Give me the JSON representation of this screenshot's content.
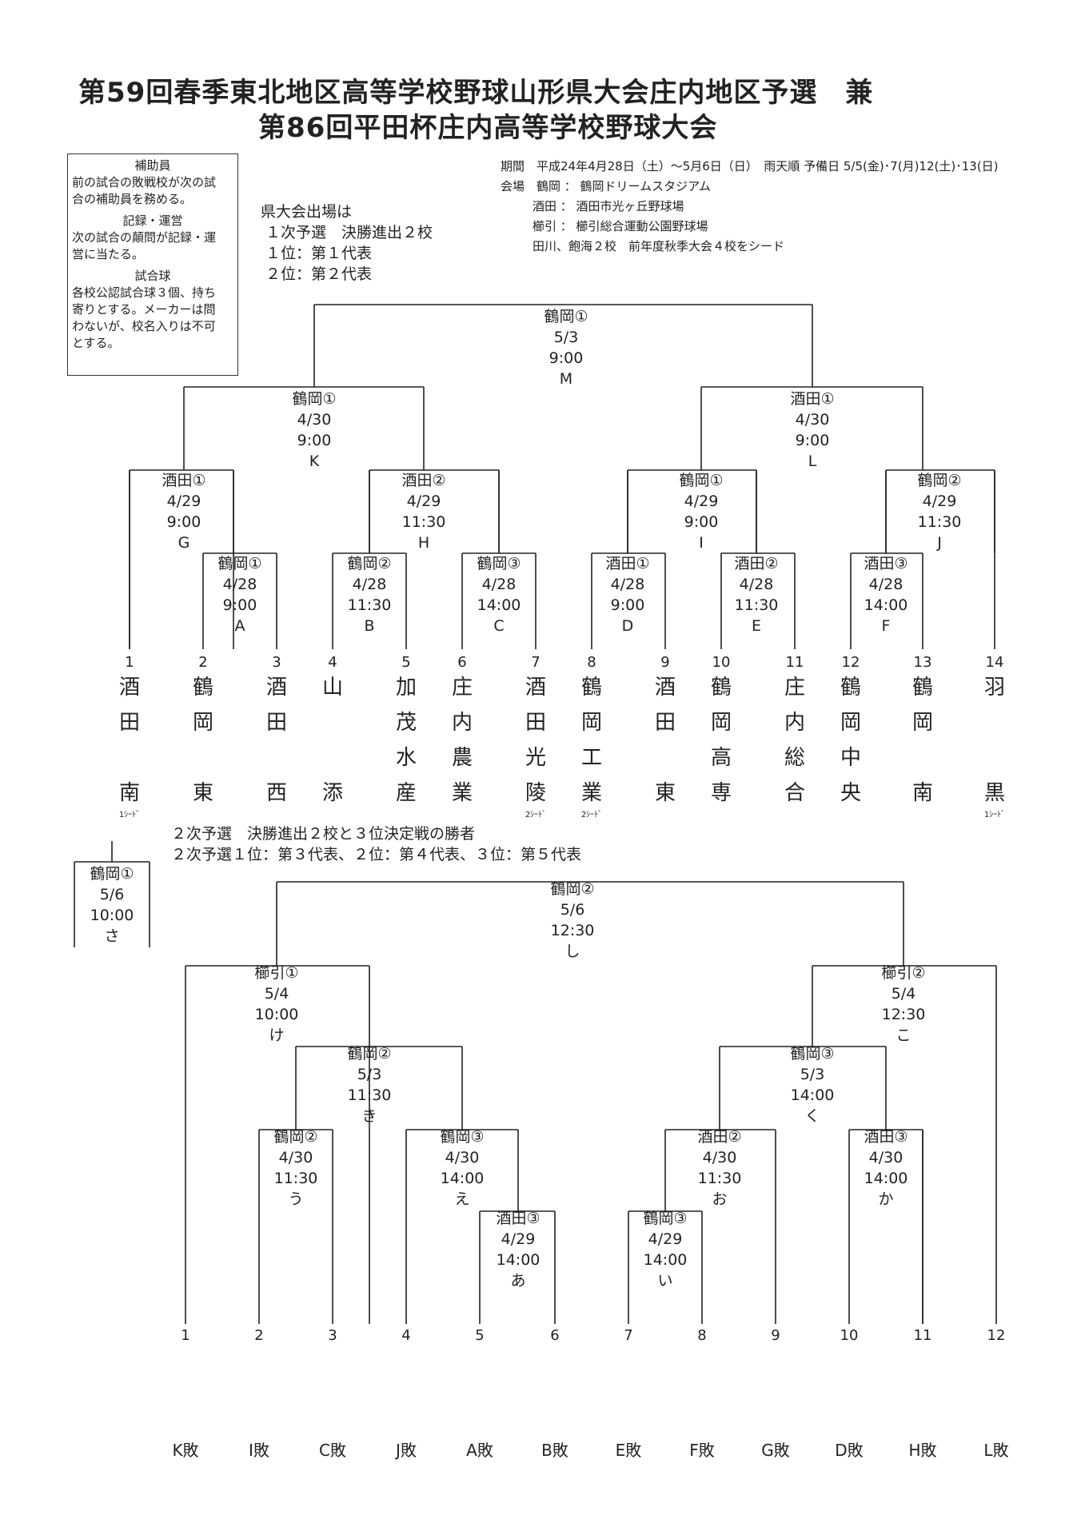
{
  "title": {
    "line1": "第59回春季東北地区高等学校野球山形県大会庄内地区予選　兼",
    "line2": "第86回平田杯庄内高等学校野球大会"
  },
  "rules": {
    "helper_head": "補助員",
    "helper_1": "前の試合の敗戦校が次の試",
    "helper_2": "合の補助員を務める。",
    "record_head": "記録・運営",
    "record_1": "次の試合の顛問が記録・運",
    "record_2": "営に当たる。",
    "ball_head": "試合球",
    "ball_1": "各校公認試合球３個、持ち",
    "ball_2": "寄りとする。メーカーは問",
    "ball_3": "わないが、校名入りは不可",
    "ball_4": "とする。"
  },
  "qualify": {
    "l1": "県大会出場は",
    "l2": "１次予選　決勝進出２校",
    "l3": "１位：第１代表",
    "l4": "２位：第２代表"
  },
  "info": {
    "period": "期間　平成24年4月28日（土）～5月6日（日）　雨天順 予備日 5/5(金)･7(月)12(土)･13(日)",
    "venue1": "会場　鶴岡 ： 鶴岡ドリームスタジアム",
    "venue2": "酒田 ： 酒田市光ヶ丘野球場",
    "venue3": "櫛引 ： 櫛引総合運動公園野球場",
    "seed": "田川、飽海２校　前年度秋季大会４校をシード"
  },
  "first_round": {
    "games": [
      {
        "id": "M",
        "venue": "鶴岡①",
        "date": "5/3",
        "time": "9:00",
        "code": "M"
      },
      {
        "id": "K",
        "venue": "鶴岡①",
        "date": "4/30",
        "time": "9:00",
        "code": "K"
      },
      {
        "id": "L",
        "venue": "酒田①",
        "date": "4/30",
        "time": "9:00",
        "code": "L"
      },
      {
        "id": "G",
        "venue": "酒田①",
        "date": "4/29",
        "time": "9:00",
        "code": "G"
      },
      {
        "id": "H",
        "venue": "酒田②",
        "date": "4/29",
        "time": "11:30",
        "code": "H"
      },
      {
        "id": "I",
        "venue": "鶴岡①",
        "date": "4/29",
        "time": "9:00",
        "code": "I"
      },
      {
        "id": "J",
        "venue": "鶴岡②",
        "date": "4/29",
        "time": "11:30",
        "code": "J"
      },
      {
        "id": "A",
        "venue": "鶴岡①",
        "date": "4/28",
        "time": "9:00",
        "code": "A"
      },
      {
        "id": "B",
        "venue": "鶴岡②",
        "date": "4/28",
        "time": "11:30",
        "code": "B"
      },
      {
        "id": "C",
        "venue": "鶴岡③",
        "date": "4/28",
        "time": "14:00",
        "code": "C"
      },
      {
        "id": "D",
        "venue": "酒田①",
        "date": "4/28",
        "time": "9:00",
        "code": "D"
      },
      {
        "id": "E",
        "venue": "酒田②",
        "date": "4/28",
        "time": "11:30",
        "code": "E"
      },
      {
        "id": "F",
        "venue": "酒田③",
        "date": "4/28",
        "time": "14:00",
        "code": "F"
      }
    ],
    "teams": [
      {
        "num": "1",
        "name": [
          "酒",
          "田",
          "南"
        ],
        "seed": "1ｼｰﾄﾞ"
      },
      {
        "num": "2",
        "name": [
          "鶴",
          "岡",
          "東"
        ],
        "seed": ""
      },
      {
        "num": "3",
        "name": [
          "酒",
          "田",
          "西"
        ],
        "seed": ""
      },
      {
        "num": "4",
        "name": [
          "山",
          "",
          "添"
        ],
        "seed": ""
      },
      {
        "num": "5",
        "name": [
          "加",
          "茂",
          "水",
          "産"
        ],
        "seed": ""
      },
      {
        "num": "6",
        "name": [
          "庄",
          "内",
          "農",
          "業"
        ],
        "seed": ""
      },
      {
        "num": "7",
        "name": [
          "酒",
          "田",
          "光",
          "陵"
        ],
        "seed": "2ｼｰﾄﾞ"
      },
      {
        "num": "8",
        "name": [
          "鶴",
          "岡",
          "工",
          "業"
        ],
        "seed": "2ｼｰﾄﾞ"
      },
      {
        "num": "9",
        "name": [
          "酒",
          "田",
          "東"
        ],
        "seed": ""
      },
      {
        "num": "10",
        "name": [
          "鶴",
          "岡",
          "高",
          "専"
        ],
        "seed": ""
      },
      {
        "num": "11",
        "name": [
          "庄",
          "内",
          "総",
          "合"
        ],
        "seed": ""
      },
      {
        "num": "12",
        "name": [
          "鶴",
          "岡",
          "中",
          "央"
        ],
        "seed": ""
      },
      {
        "num": "13",
        "name": [
          "鶴",
          "岡",
          "南"
        ],
        "seed": ""
      },
      {
        "num": "14",
        "name": [
          "羽",
          "",
          "黒"
        ],
        "seed": "1ｼｰﾄﾞ"
      }
    ]
  },
  "second": {
    "note1": "２次予選　決勝進出２校と３位決定戦の勝者",
    "note2": "２次予選１位：第３代表、２位：第４代表、３位：第５代表",
    "games": [
      {
        "id": "sa",
        "venue": "鶴岡①",
        "date": "5/6",
        "time": "10:00",
        "code": "さ"
      },
      {
        "id": "shi",
        "venue": "鶴岡②",
        "date": "5/6",
        "time": "12:30",
        "code": "し"
      },
      {
        "id": "ke",
        "venue": "櫛引①",
        "date": "5/4",
        "time": "10:00",
        "code": "け"
      },
      {
        "id": "ko",
        "venue": "櫛引②",
        "date": "5/4",
        "time": "12:30",
        "code": "こ"
      },
      {
        "id": "ki",
        "venue": "鶴岡②",
        "date": "5/3",
        "time": "11:30",
        "code": "き"
      },
      {
        "id": "ku",
        "venue": "鶴岡③",
        "date": "5/3",
        "time": "14:00",
        "code": "く"
      },
      {
        "id": "u",
        "venue": "鶴岡②",
        "date": "4/30",
        "time": "11:30",
        "code": "う"
      },
      {
        "id": "e",
        "venue": "鶴岡③",
        "date": "4/30",
        "time": "14:00",
        "code": "え"
      },
      {
        "id": "o",
        "venue": "酒田②",
        "date": "4/30",
        "time": "11:30",
        "code": "お"
      },
      {
        "id": "ka",
        "venue": "酒田③",
        "date": "4/30",
        "time": "14:00",
        "code": "か"
      },
      {
        "id": "a",
        "venue": "酒田③",
        "date": "4/29",
        "time": "14:00",
        "code": "あ"
      },
      {
        "id": "i",
        "venue": "鶴岡③",
        "date": "4/29",
        "time": "14:00",
        "code": "い"
      }
    ],
    "nums": [
      "1",
      "2",
      "3",
      "4",
      "5",
      "6",
      "7",
      "8",
      "9",
      "10",
      "11",
      "12"
    ],
    "losers": [
      "K敗",
      "I敗",
      "C敗",
      "J敗",
      "A敗",
      "B敗",
      "E敗",
      "F敗",
      "G敗",
      "D敗",
      "H敗",
      "L敗"
    ]
  },
  "colors": {
    "ink": "#222222",
    "paper": "#ffffff"
  }
}
